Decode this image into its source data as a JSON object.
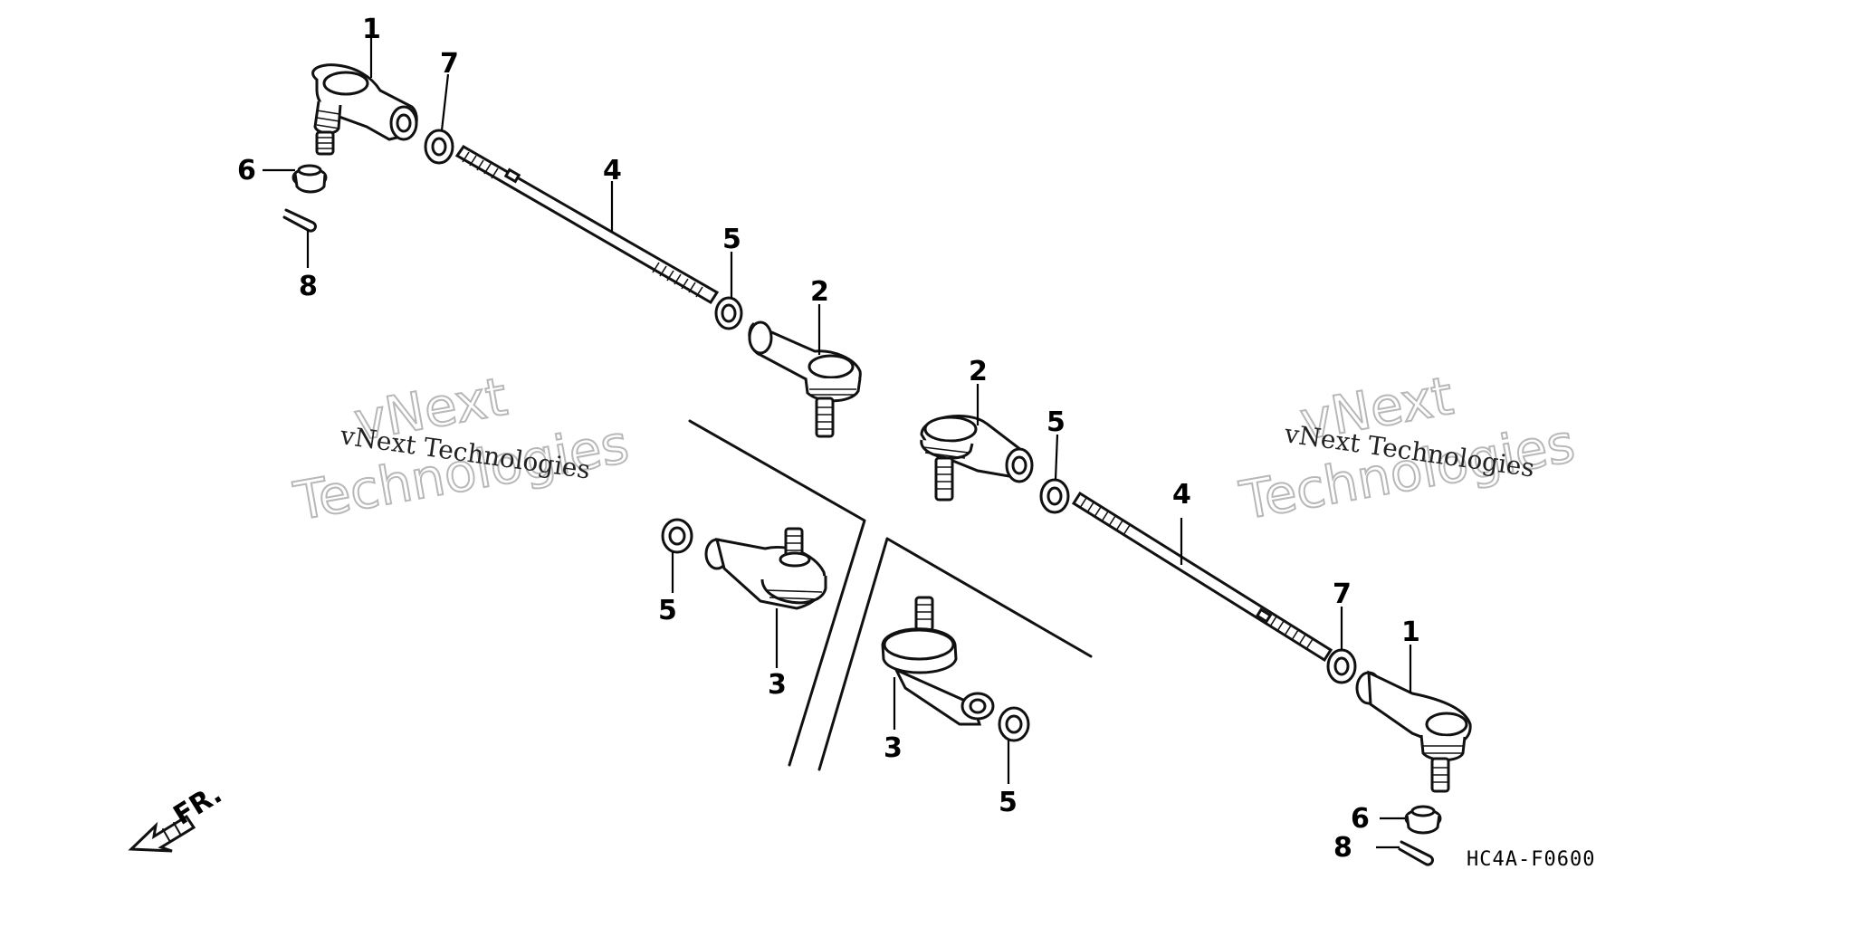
{
  "callouts": {
    "c1a": "1",
    "c7a": "7",
    "c6a": "6",
    "c8a": "8",
    "c4a": "4",
    "c5a": "5",
    "c2a": "2",
    "c5b": "5",
    "c3a": "3",
    "c2b": "2",
    "c5c": "5",
    "c4b": "4",
    "c7b": "7",
    "c1b": "1",
    "c3b": "3",
    "c5d": "5",
    "c6b": "6",
    "c8b": "8"
  },
  "watermarks": {
    "left_small": "vNext Technologies",
    "left_big_line1": "vNext",
    "left_big_line2": "Technologies",
    "right_small": "vNext Technologies",
    "right_big_line1": "vNext",
    "right_big_line2": "Technologies"
  },
  "diagram_code": "HC4A-F0600",
  "direction_label": "FR.",
  "icons": {
    "front_arrow": "front-direction-arrow-icon"
  }
}
